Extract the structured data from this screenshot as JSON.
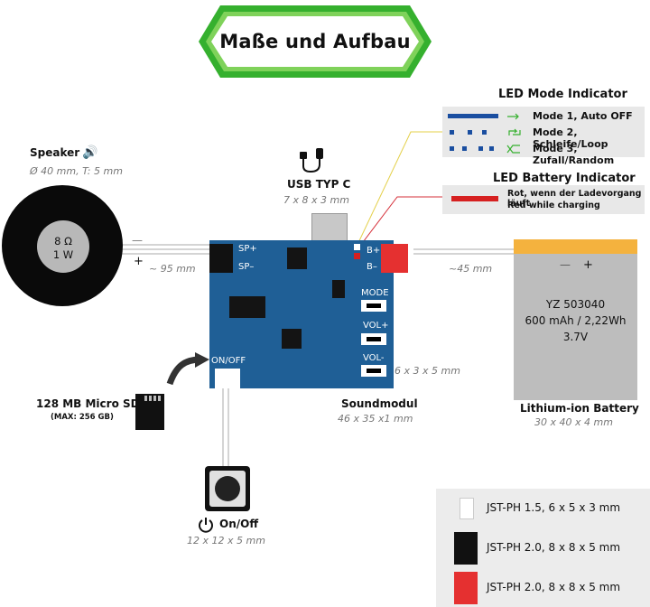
{
  "title": "Maße und Aufbau",
  "led_mode": {
    "heading": "LED Mode Indicator",
    "modes": [
      {
        "label": "Mode 1, Auto OFF",
        "icon": "arrow-right-icon"
      },
      {
        "label": "Mode 2, Schleife/Loop",
        "icon": "loop-icon"
      },
      {
        "label": "Mode 3, Zufall/Random",
        "icon": "shuffle-icon"
      }
    ]
  },
  "led_battery": {
    "heading": "LED Battery Indicator",
    "line1": "Rot, wenn der Ladevorgang läuft",
    "line2": "Red while charging"
  },
  "speaker": {
    "name": "Speaker",
    "dims": "Ø 40 mm, T: 5 mm",
    "ohm": "8 Ω",
    "watt": "1 W",
    "minus": "—",
    "plus": "+",
    "cable": "~ 95 mm"
  },
  "usb": {
    "name": "USB TYP C",
    "dims": "7 x 8 x 3 mm"
  },
  "module": {
    "name": "Soundmodul",
    "dims": "46 x 35 x1 mm",
    "sp_plus": "SP+",
    "sp_minus": "SP–",
    "b_plus": "B+",
    "b_minus": "B–",
    "mode": "MODE",
    "vol_plus": "VOL+",
    "vol_minus": "VOL-",
    "on_off": "ON/OFF",
    "button_dims": "6 x 3 x 5 mm"
  },
  "battery": {
    "minus": "—",
    "plus": "+",
    "model": "YZ 503040",
    "capacity": "600  mAh / 2,22Wh",
    "voltage": "3.7V",
    "name": "Lithium-ion Battery",
    "dims": "30 x 40 x 4 mm",
    "cable": "~45 mm"
  },
  "sd": {
    "name": "128 MB Micro SD",
    "max": "(MAX: 256 GB)"
  },
  "switch": {
    "name": "On/Off",
    "dims": "12  x 12 x 5 mm"
  },
  "legend": [
    {
      "label": "JST-PH 1.5, 6 x 5 x 3 mm",
      "color": "#ffffff"
    },
    {
      "label": "JST-PH 2.0, 8 x 8 x 5 mm",
      "color": "#111111"
    },
    {
      "label": "JST-PH 2.0, 8 x 8 x 5 mm",
      "color": "#e53030"
    }
  ],
  "colors": {
    "green": "#35b02e",
    "pcb": "#1f5f96",
    "led_blue": "#1a4ea0",
    "led_red": "#d62020",
    "battery_top": "#f4b23e"
  }
}
